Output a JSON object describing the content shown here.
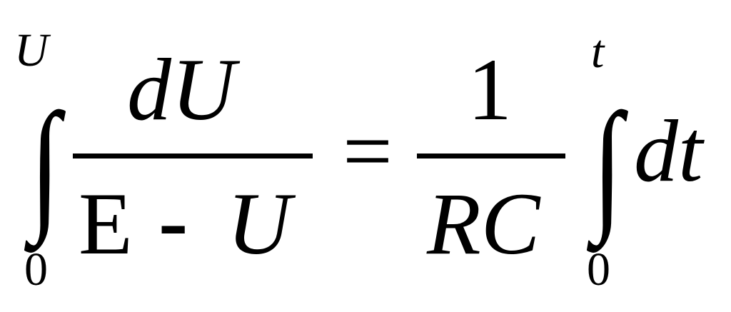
{
  "equation": {
    "left_integral": {
      "symbol": "∫",
      "upper_limit": "U",
      "lower_limit": "0",
      "numerator": "dU",
      "denominator_constant": "E",
      "denominator_operator": "-",
      "denominator_variable": "U"
    },
    "equals": "=",
    "right_fraction": {
      "numerator": "1",
      "denominator": "RC"
    },
    "right_integral": {
      "symbol": "∫",
      "upper_limit": "t",
      "lower_limit": "0",
      "integrand": "dt"
    }
  }
}
